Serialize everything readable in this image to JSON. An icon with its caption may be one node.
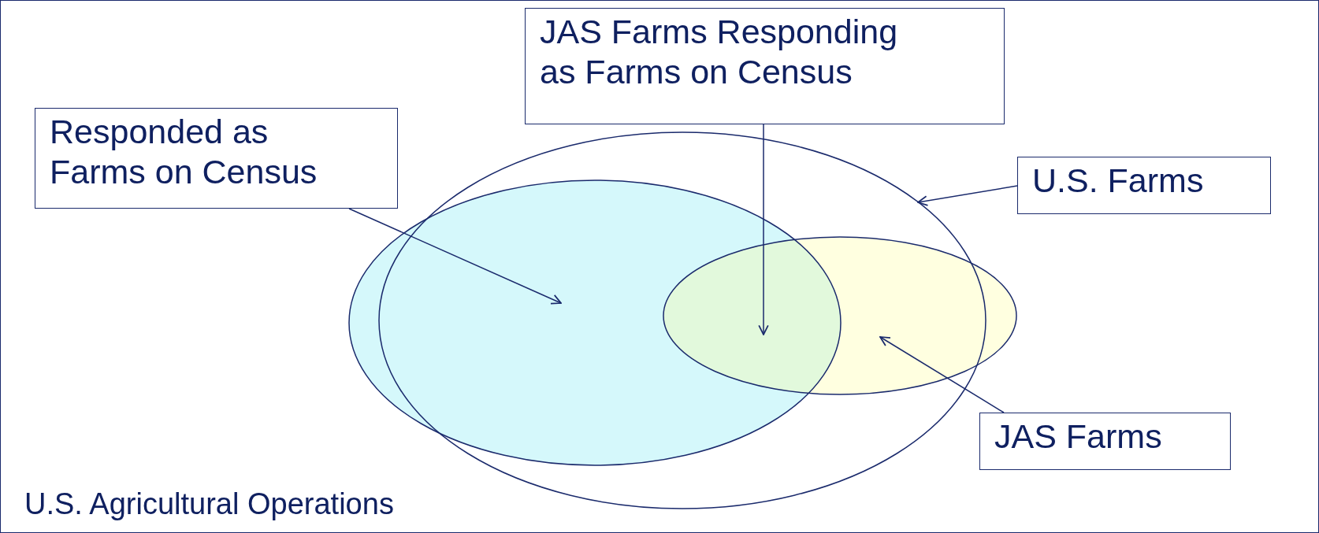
{
  "diagram": {
    "nodes": [
      {
        "text": [
          "U.S. Agricultural Operations"
        ]
      },
      {
        "text": [
          "JAS Farms Responding as Farms on Census"
        ],
        "in": 0
      },
      {
        "text": [
          "Responded as Farms on Census"
        ],
        "in": 0
      },
      {
        "text": [
          "U.S. Farms"
        ],
        "in": 0
      },
      {
        "text": [
          "JAS Farms"
        ],
        "in": 0
      },
      {
        "text": [],
        "shape": "ellipse",
        "in": 0
      },
      {
        "text": [],
        "shape": "ellipse",
        "in": 0
      },
      {
        "text": [],
        "shape": "ellipse",
        "in": 0
      },
      {
        "text": [],
        "shape": "lens",
        "in": 0
      }
    ],
    "edges": [
      {
        "from": 2,
        "to": 6,
        "arrow": "to"
      },
      {
        "from": 1,
        "to": 8,
        "arrow": "to"
      },
      {
        "from": 3,
        "to": 5,
        "arrow": "to"
      },
      {
        "from": 4,
        "to": 7,
        "arrow": "to"
      }
    ]
  }
}
